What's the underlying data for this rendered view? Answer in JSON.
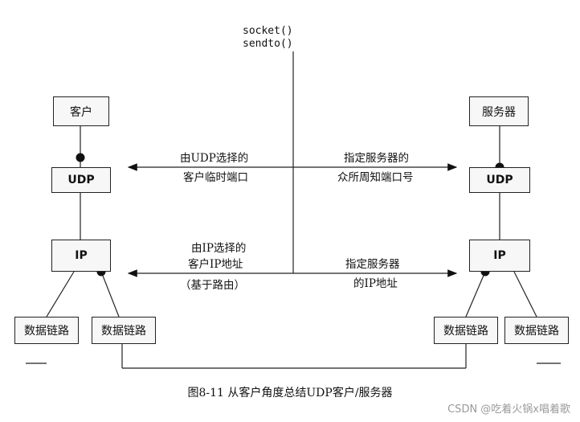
{
  "api": {
    "line1": "socket()",
    "line2": "sendto()"
  },
  "client": {
    "app": "客户",
    "udp": "UDP",
    "ip": "IP",
    "link1": "数据链路",
    "link2": "数据链路"
  },
  "server": {
    "app": "服务器",
    "udp": "UDP",
    "ip": "IP",
    "link1": "数据链路",
    "link2": "数据链路"
  },
  "annotations": {
    "udp_left_1": "由UDP选择的",
    "udp_left_2": "客户临时端口",
    "udp_right_1": "指定服务器的",
    "udp_right_2": "众所周知端口号",
    "ip_left_1": "由IP选择的",
    "ip_left_2": "客户IP地址",
    "ip_left_3": "（基于路由）",
    "ip_right_1": "指定服务器",
    "ip_right_2": "的IP地址"
  },
  "caption": "图8-11    从客户角度总结UDP客户/服务器",
  "watermark": "CSDN @吃着火锅x唱着歌"
}
